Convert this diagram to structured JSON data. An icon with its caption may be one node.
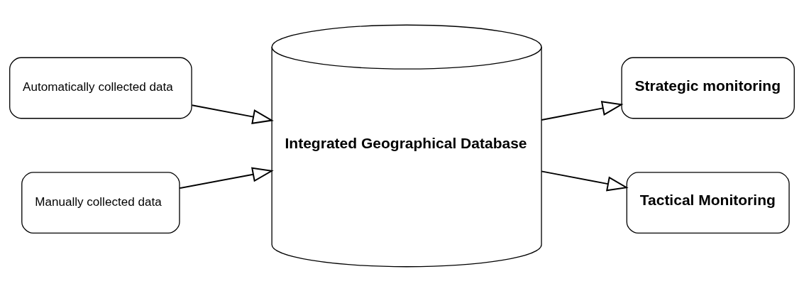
{
  "diagram": {
    "nodes": [
      {
        "text": [
          "Automatically collected data"
        ]
      },
      {
        "text": [
          "Manually collected data"
        ]
      },
      {
        "text": [
          "Integrated Geographical Database"
        ]
      },
      {
        "text": [
          "Strategic monitoring"
        ]
      },
      {
        "text": [
          "Tactical Monitoring"
        ]
      }
    ],
    "edges": [
      {
        "from": 0,
        "to": 2,
        "arrow": "to"
      },
      {
        "from": 1,
        "to": 2,
        "arrow": "to"
      },
      {
        "from": 2,
        "to": 3,
        "arrow": "to"
      },
      {
        "from": 2,
        "to": 4,
        "arrow": "to"
      }
    ]
  }
}
